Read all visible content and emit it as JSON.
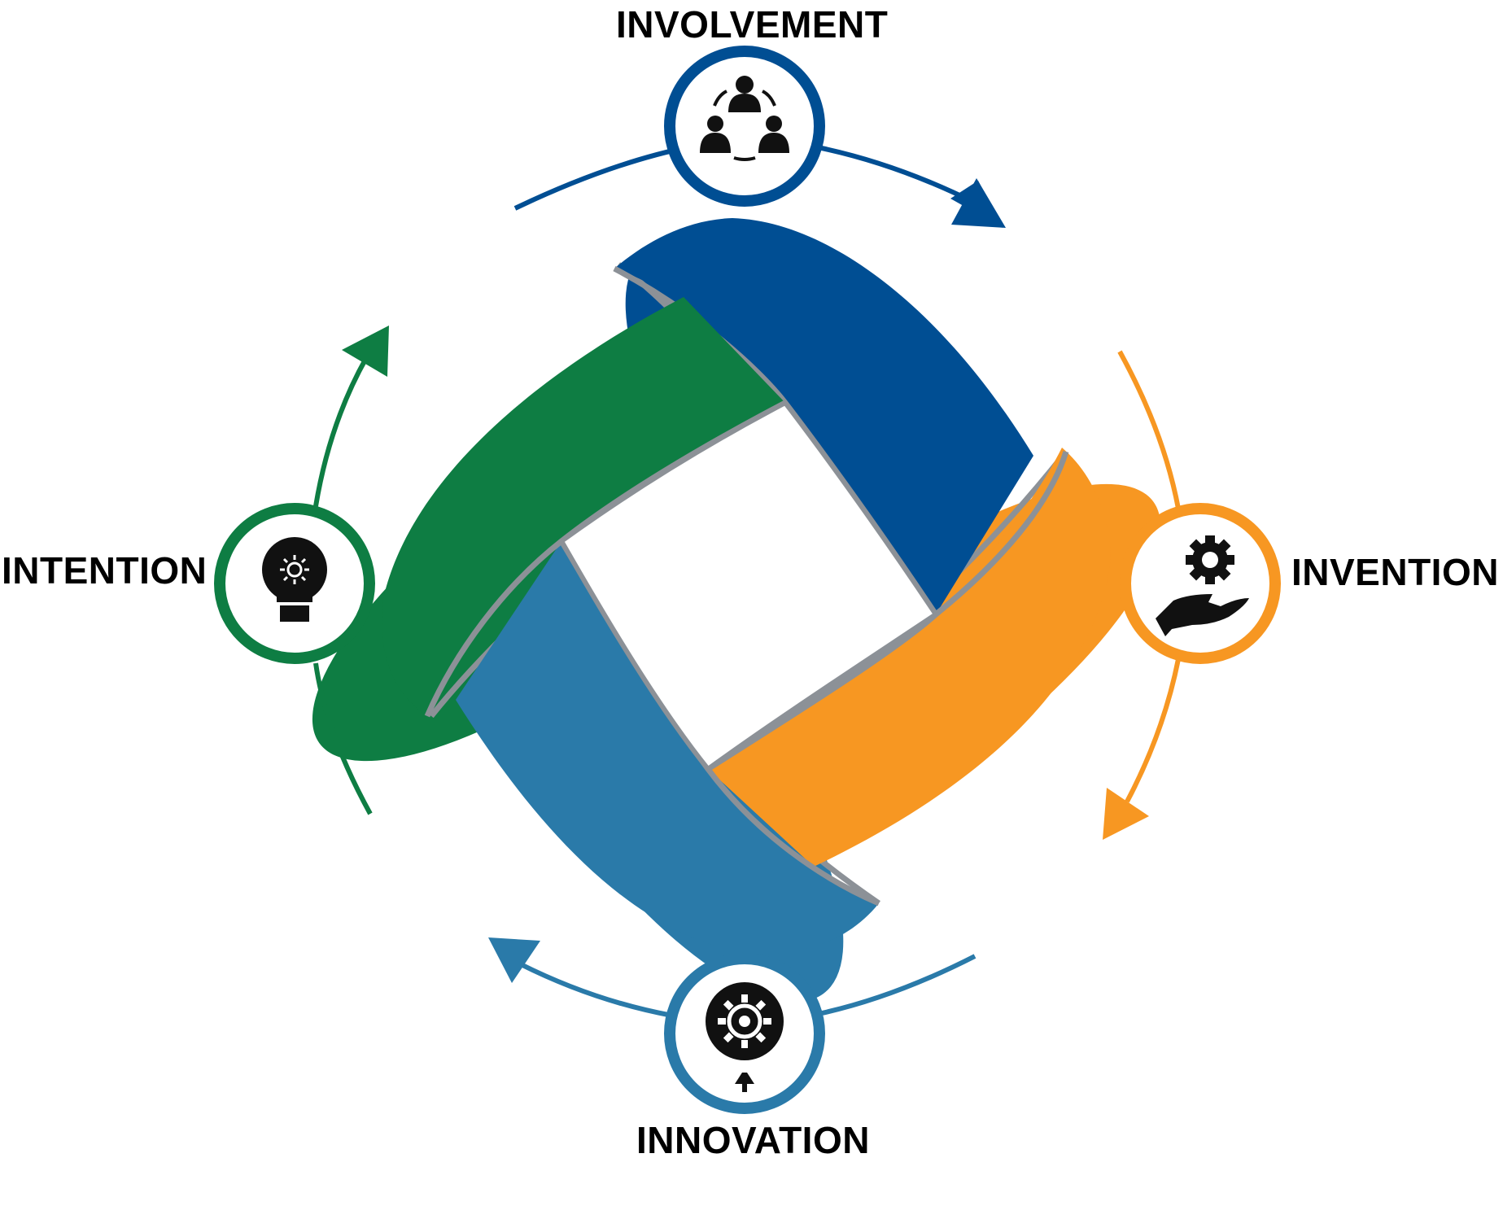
{
  "colors": {
    "involvement": "#004e93",
    "invention": "#f79722",
    "innovation": "#2a7aa9",
    "intention": "#0e7d43",
    "seam": "#8c9197",
    "icon": "#111111",
    "background": "#ffffff"
  },
  "stages": {
    "involvement": {
      "label": "INVOLVEMENT",
      "icon": "team-network-icon"
    },
    "invention": {
      "label": "INVENTION",
      "icon": "hand-gear-icon"
    },
    "innovation": {
      "label": "INNOVATION",
      "icon": "gear-pin-icon"
    },
    "intention": {
      "label": "INTENTION",
      "icon": "lightbulb-icon"
    }
  }
}
